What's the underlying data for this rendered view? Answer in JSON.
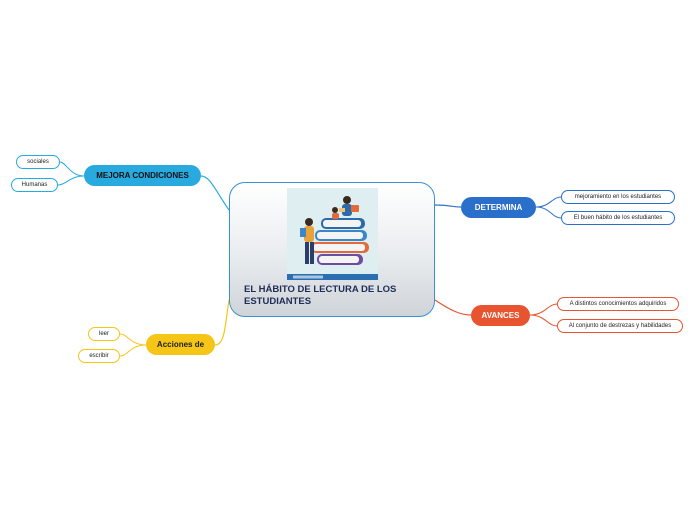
{
  "central": {
    "title": "EL HÁBITO DE LECTURA DE LOS ESTUDIANTES"
  },
  "branches": {
    "mejora": {
      "label": "MEJORA CONDICIONES",
      "color": "#29aadf",
      "children": [
        "sociales",
        "Humanas"
      ]
    },
    "acciones": {
      "label": "Acciones de",
      "color": "#f5c518",
      "children": [
        "leer",
        "escribir"
      ]
    },
    "determina": {
      "label": "DETERMINA",
      "color": "#2a6fc9",
      "children": [
        "mejoramiento en los estudiantes",
        "El buen hábito de los estudiantes"
      ]
    },
    "avances": {
      "label": "AVANCES",
      "color": "#e8542f",
      "children": [
        "A distintos conocimientos adquiridos",
        "Al conjunto de destrezas y habilidades"
      ]
    }
  }
}
